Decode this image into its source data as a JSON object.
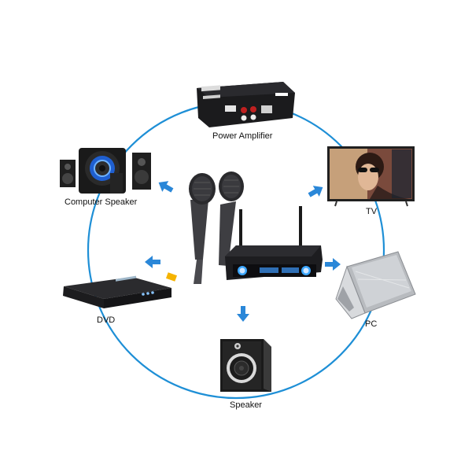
{
  "colors": {
    "ring": "#1e8fd6",
    "arrow": "#2a87d8",
    "device_dark": "#1c1c1e",
    "device_silver": "#c9ccd0",
    "led_blue": "#3aa6ff"
  },
  "devices": {
    "power_amplifier": {
      "label": "Power Amplifier",
      "icon": "power-amplifier-icon"
    },
    "tv": {
      "label": "TV",
      "icon": "tv-icon"
    },
    "pc": {
      "label": "PC",
      "icon": "laptop-icon"
    },
    "speaker": {
      "label": "Speaker",
      "icon": "speaker-icon"
    },
    "dvd": {
      "label": "DVD",
      "icon": "dvd-player-icon"
    },
    "computer_speaker": {
      "label": "Computer Speaker",
      "icon": "computer-speaker-icon"
    }
  },
  "center": {
    "microphones": {
      "icon": "wireless-microphone-icon",
      "count": 2
    },
    "receiver": {
      "icon": "wireless-receiver-icon"
    }
  }
}
